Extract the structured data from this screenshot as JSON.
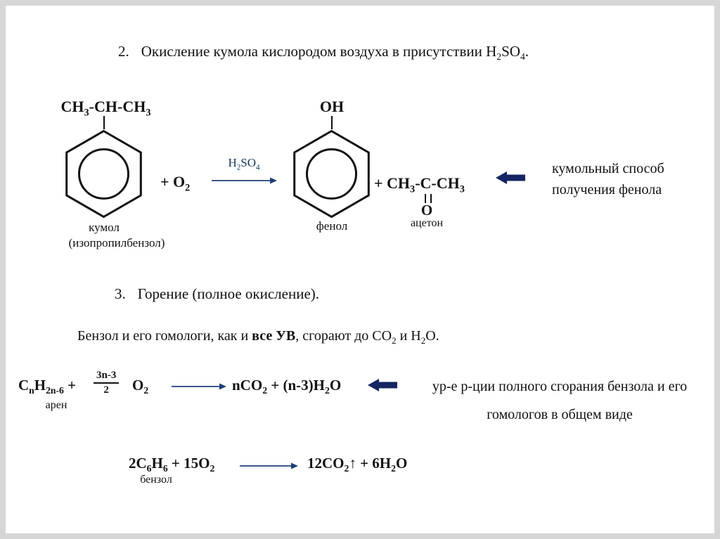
{
  "slide": {
    "bg": "#ffffff",
    "frame_color": "#d6d6d6"
  },
  "colors": {
    "ink": "#111111",
    "thin_arrow": "#1f3f7a",
    "block_arrow": "#152462",
    "catalyst": "#17365d"
  },
  "heading2": {
    "number": "2.",
    "text_html": "Окисление кумола кислородом воздуха в присутствии H<sub>2</sub>SO<sub>4</sub>."
  },
  "reaction_cumene": {
    "cumene_substituent_html": "CH<sub>3</sub>-CH-CH<sub>3</sub>",
    "cumene_name": "кумол",
    "cumene_alt_name": "(изопропилбензол)",
    "plus_oxygen_html": "+ O<sub>2</sub>",
    "catalyst_html": "H<sub>2</sub>SO<sub>4</sub>",
    "phenol_substituent": "OH",
    "phenol_name": "фенол",
    "acetone_html": "+ CH<sub>3</sub>-C-CH<sub>3</sub>",
    "acetone_oxygen": "O",
    "acetone_name": "ацетон",
    "note_line1": "кумольный способ",
    "note_line2": "получения фенола"
  },
  "heading3": {
    "number": "3.",
    "text": "Горение (полное окисление)."
  },
  "combustion_intro_html": "Бензол и его гомологи, как и <b>все УВ</b>, сгорают до CO<sub>2</sub> и H<sub>2</sub>O.",
  "general_equation": {
    "lhs_html": "C<sub>n</sub>H<sub>2n-6</sub> +",
    "fraction_numerator": "3n-3",
    "fraction_denominator": "2",
    "oxygen_html": "O<sub>2</sub>",
    "rhs_html": "nCO<sub>2</sub> + (n-3)H<sub>2</sub>O",
    "lhs_label": "арен",
    "note_line1": "ур-е р-ции полного сгорания бензола и его",
    "note_line2": "гомологов в общем виде"
  },
  "benzene_equation": {
    "lhs_html": "2C<sub>6</sub>H<sub>6</sub> + 15O<sub>2</sub>",
    "lhs_label": "бензол",
    "rhs_html": "12CO<sub>2</sub>↑ + 6H<sub>2</sub>O"
  }
}
